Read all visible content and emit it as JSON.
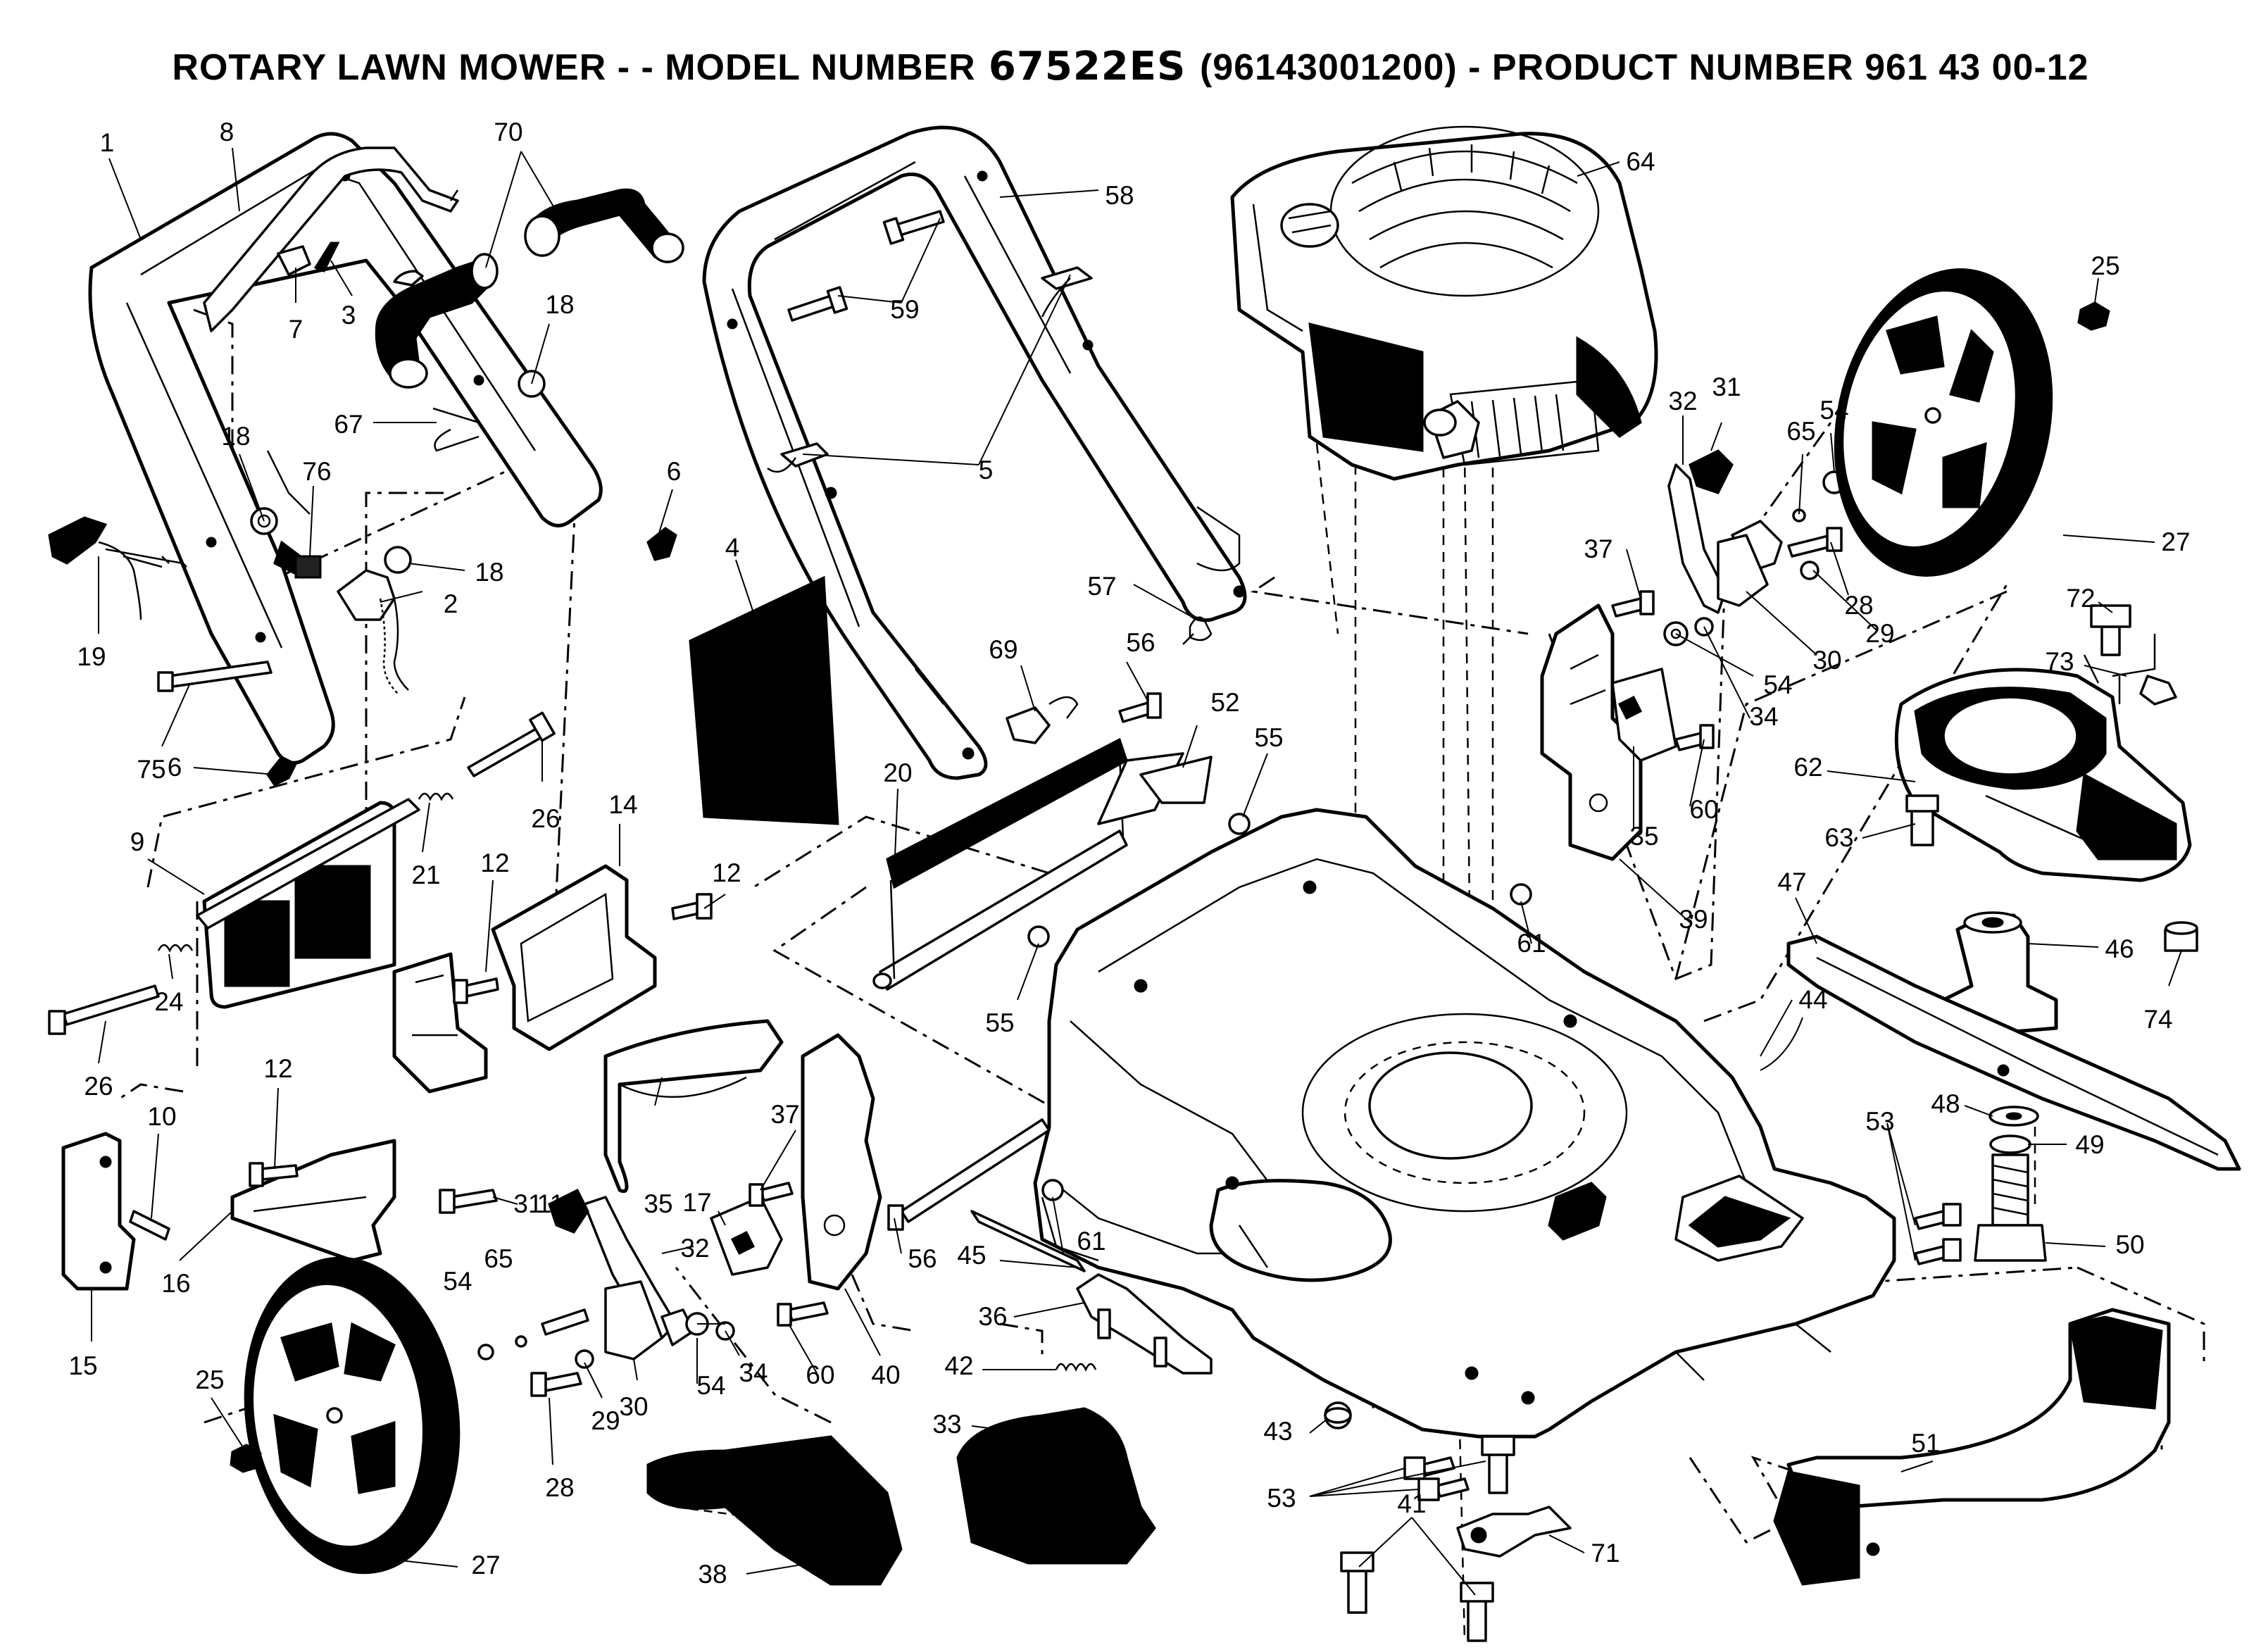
{
  "title": {
    "prefix": "ROTARY LAWN MOWER - - MODEL NUMBER",
    "model": "67522ES",
    "suffix": "(96143001200) - PRODUCT NUMBER 961 43 00-12"
  },
  "callouts": [
    {
      "label": "1"
    },
    {
      "label": "8"
    },
    {
      "label": "70"
    },
    {
      "label": "7"
    },
    {
      "label": "3"
    },
    {
      "label": "18"
    },
    {
      "label": "67"
    },
    {
      "label": "18"
    },
    {
      "label": "76"
    },
    {
      "label": "6"
    },
    {
      "label": "18"
    },
    {
      "label": "2"
    },
    {
      "label": "19"
    },
    {
      "label": "75"
    },
    {
      "label": "6"
    },
    {
      "label": "26"
    },
    {
      "label": "21"
    },
    {
      "label": "9"
    },
    {
      "label": "14"
    },
    {
      "label": "12"
    },
    {
      "label": "12"
    },
    {
      "label": "24"
    },
    {
      "label": "26"
    },
    {
      "label": "12"
    },
    {
      "label": "10"
    },
    {
      "label": "11"
    },
    {
      "label": "16"
    },
    {
      "label": "15"
    },
    {
      "label": "17"
    },
    {
      "label": "58"
    },
    {
      "label": "59"
    },
    {
      "label": "5"
    },
    {
      "label": "4"
    },
    {
      "label": "57"
    },
    {
      "label": "69"
    },
    {
      "label": "56"
    },
    {
      "label": "52"
    },
    {
      "label": "20"
    },
    {
      "label": "55"
    },
    {
      "label": "55"
    },
    {
      "label": "64"
    },
    {
      "label": "37"
    },
    {
      "label": "32"
    },
    {
      "label": "31"
    },
    {
      "label": "65"
    },
    {
      "label": "54"
    },
    {
      "label": "25"
    },
    {
      "label": "27"
    },
    {
      "label": "28"
    },
    {
      "label": "29"
    },
    {
      "label": "30"
    },
    {
      "label": "54"
    },
    {
      "label": "34"
    },
    {
      "label": "35"
    },
    {
      "label": "60"
    },
    {
      "label": "39"
    },
    {
      "label": "61"
    },
    {
      "label": "72"
    },
    {
      "label": "73"
    },
    {
      "label": "62"
    },
    {
      "label": "63"
    },
    {
      "label": "47"
    },
    {
      "label": "46"
    },
    {
      "label": "74"
    },
    {
      "label": "44"
    },
    {
      "label": "48"
    },
    {
      "label": "53"
    },
    {
      "label": "49"
    },
    {
      "label": "50"
    },
    {
      "label": "37"
    },
    {
      "label": "31"
    },
    {
      "label": "35"
    },
    {
      "label": "32"
    },
    {
      "label": "54"
    },
    {
      "label": "65"
    },
    {
      "label": "61"
    },
    {
      "label": "45"
    },
    {
      "label": "36"
    },
    {
      "label": "42"
    },
    {
      "label": "56"
    },
    {
      "label": "60"
    },
    {
      "label": "40"
    },
    {
      "label": "34"
    },
    {
      "label": "54"
    },
    {
      "label": "30"
    },
    {
      "label": "29"
    },
    {
      "label": "28"
    },
    {
      "label": "25"
    },
    {
      "label": "27"
    },
    {
      "label": "33"
    },
    {
      "label": "38"
    },
    {
      "label": "43"
    },
    {
      "label": "53"
    },
    {
      "label": "41"
    },
    {
      "label": "71"
    },
    {
      "label": "51"
    }
  ]
}
